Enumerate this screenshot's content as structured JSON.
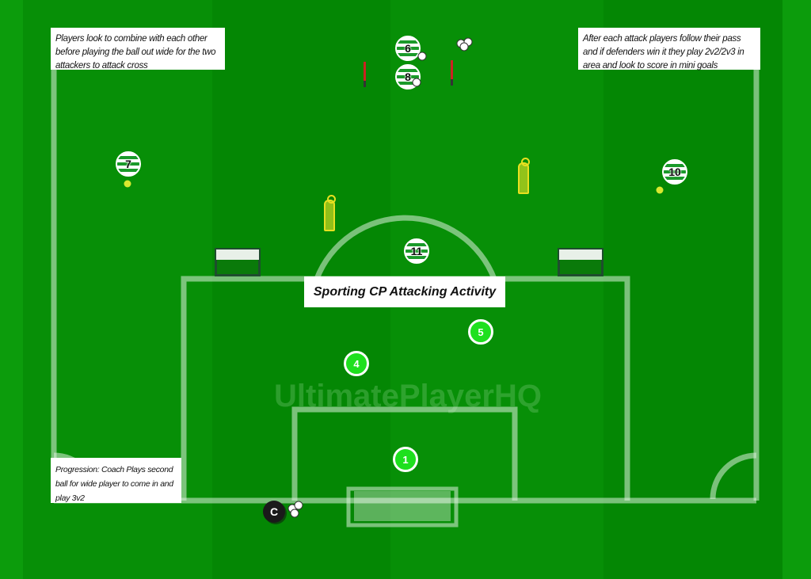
{
  "title": "Sporting CP Attacking Activity",
  "watermark": "UltimatePlayerHQ",
  "notes": {
    "top_left": "Players look to combine with each other before playing the ball out wide for the two attackers to attack cross",
    "top_right": "After each attack players follow their pass and if defenders win it they play 2v2/2v3 in area and look to score in mini goals",
    "bottom_left": "Progression: Coach Plays second ball for wide player to come in and play 3v2"
  },
  "attackers": [
    "6",
    "8",
    "7",
    "10",
    "11"
  ],
  "defenders": [
    "5",
    "4",
    "1"
  ],
  "coach": "C",
  "colors": {
    "pitch": "#058c05",
    "attacker_stripe": "#1a9a2a",
    "defender": "#1ee01e",
    "coach": "#1a1a1a"
  }
}
